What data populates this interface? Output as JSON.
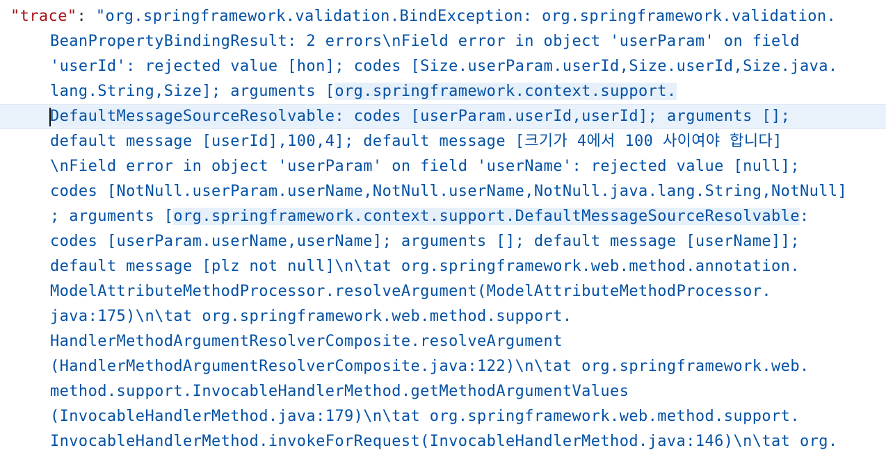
{
  "trace": {
    "key": "\"trace\"",
    "colon": ": ",
    "lines": [
      [
        "\"org.springframework.validation.BindException: org.springframework.validation."
      ],
      [
        "BeanPropertyBindingResult: 2 errors\\nField error in object 'userParam' on field"
      ],
      [
        "'userId': rejected value [hon]; codes [Size.userParam.userId,Size.userId,Size.java."
      ],
      [
        "lang.String,Size]; arguments [",
        "org.springframework.context.support."
      ],
      [
        "DefaultMessageSourceResolvable",
        ": codes [userParam.userId,userId]; arguments [];"
      ],
      [
        "default message [userId],100,4]; default message [크기가 4에서 100 사이여야 합니다]"
      ],
      [
        "\\nField error in object 'userParam' on field 'userName': rejected value [null];"
      ],
      [
        "codes [NotNull.userParam.userName,NotNull.userName,NotNull.java.lang.String,NotNull]"
      ],
      [
        "; arguments [",
        "org.springframework.context.support.DefaultMessageSourceResolvable",
        ":"
      ],
      [
        "codes [userParam.userName,userName]; arguments []; default message [userName]];"
      ],
      [
        "default message [plz not null]\\n\\tat org.springframework.web.method.annotation."
      ],
      [
        "ModelAttributeMethodProcessor.resolveArgument(ModelAttributeMethodProcessor."
      ],
      [
        "java:175)\\n\\tat org.springframework.web.method.support."
      ],
      [
        "HandlerMethodArgumentResolverComposite.resolveArgument"
      ],
      [
        "(HandlerMethodArgumentResolverComposite.java:122)\\n\\tat org.springframework.web."
      ],
      [
        "method.support.InvocableHandlerMethod.getMethodArgumentValues"
      ],
      [
        "(InvocableHandlerMethod.java:179)\\n\\tat org.springframework.web.method.support."
      ],
      [
        "InvocableHandlerMethod.invokeForRequest(InvocableHandlerMethod.java:146)\\n\\tat org."
      ]
    ]
  },
  "colors": {
    "key": "#a31515",
    "string": "#0451a5",
    "highlight": "#e6f0fa"
  }
}
